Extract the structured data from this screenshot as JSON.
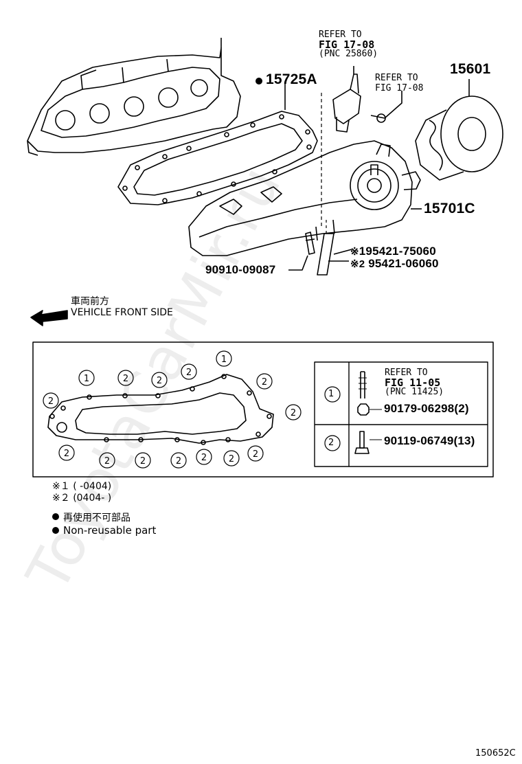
{
  "watermark": "ToyotaCarMir.ru",
  "refs": {
    "ref_sensor": [
      "REFER TO",
      "FIG 17-08",
      "(PNC 25860)"
    ],
    "ref_bolt": [
      "REFER TO",
      "FIG 17-08"
    ],
    "ref_stud": [
      "REFER TO",
      "FIG 11-05",
      "(PNC 11425)"
    ]
  },
  "parts": {
    "gasket": "15725A",
    "filter": "15601",
    "cooler": "15701C",
    "union": "90910-09087",
    "pipe1": "195421-75060",
    "pipe2": "95421-06060",
    "nut": "90179-06298(2)",
    "bolt": "90119-06749(13)"
  },
  "notes": {
    "front_jp": "車両前方",
    "front_en": "VEHICLE FRONT SIDE",
    "mark1": "※2",
    "mark_pipe1": "※",
    "n1_mark": "※１",
    "n1_text": "(        -0404)",
    "n2_mark": "※２",
    "n2_text": "(0404-        )",
    "legend_jp": "再使用不可部品",
    "legend_en": "Non-reusable part"
  },
  "legend_rows": [
    {
      "num": "1"
    },
    {
      "num": "2"
    }
  ],
  "figure_id": "150652C"
}
